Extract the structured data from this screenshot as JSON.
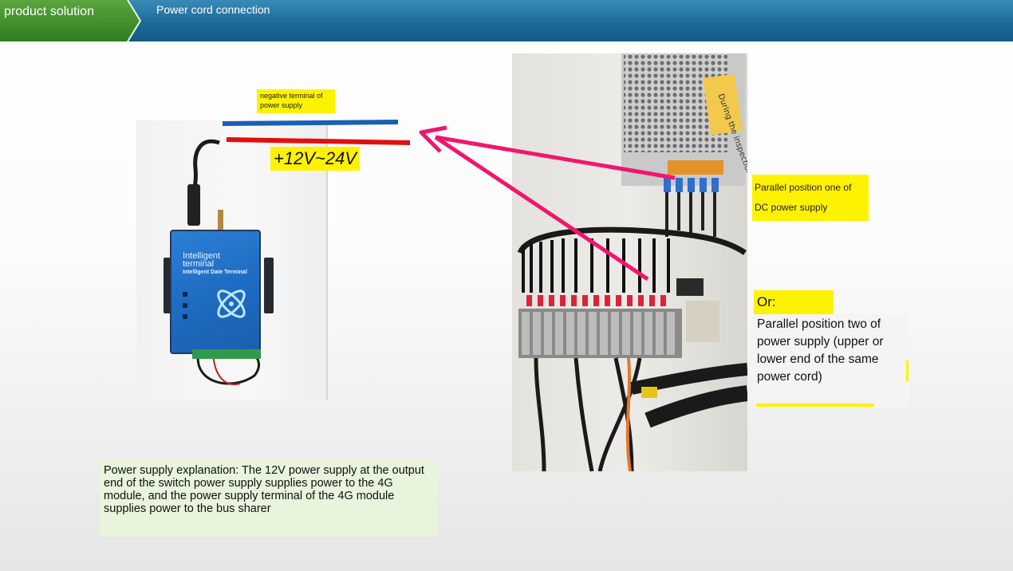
{
  "header": {
    "section_label": "product solution",
    "page_label": "Power cord connection"
  },
  "device": {
    "brand_label": "Intelligent terminal",
    "model_label": "Intelligent Date Terminal"
  },
  "labels": {
    "negative_terminal": "negative terminal of power supply",
    "voltage": "+12V~24V",
    "inspection_note": "During the inspection",
    "position_one": "Parallel position one of DC power supply",
    "or": "Or:",
    "position_two": "Parallel position two of power supply (upper or lower end of the same power cord)"
  },
  "explanation": "Power supply explanation: The 12V power supply at the output end of the switch power supply supplies power to the 4G module, and the power supply terminal of the 4G module supplies power to the bus sharer",
  "colors": {
    "header_blue": "#1c6a98",
    "header_green": "#3e8f2c",
    "highlight_yellow": "#fff200",
    "arrow_pink": "#f0166e",
    "wire_red": "#e01010",
    "wire_blue": "#1a5fb4",
    "device_blue": "#1e6cc2"
  }
}
